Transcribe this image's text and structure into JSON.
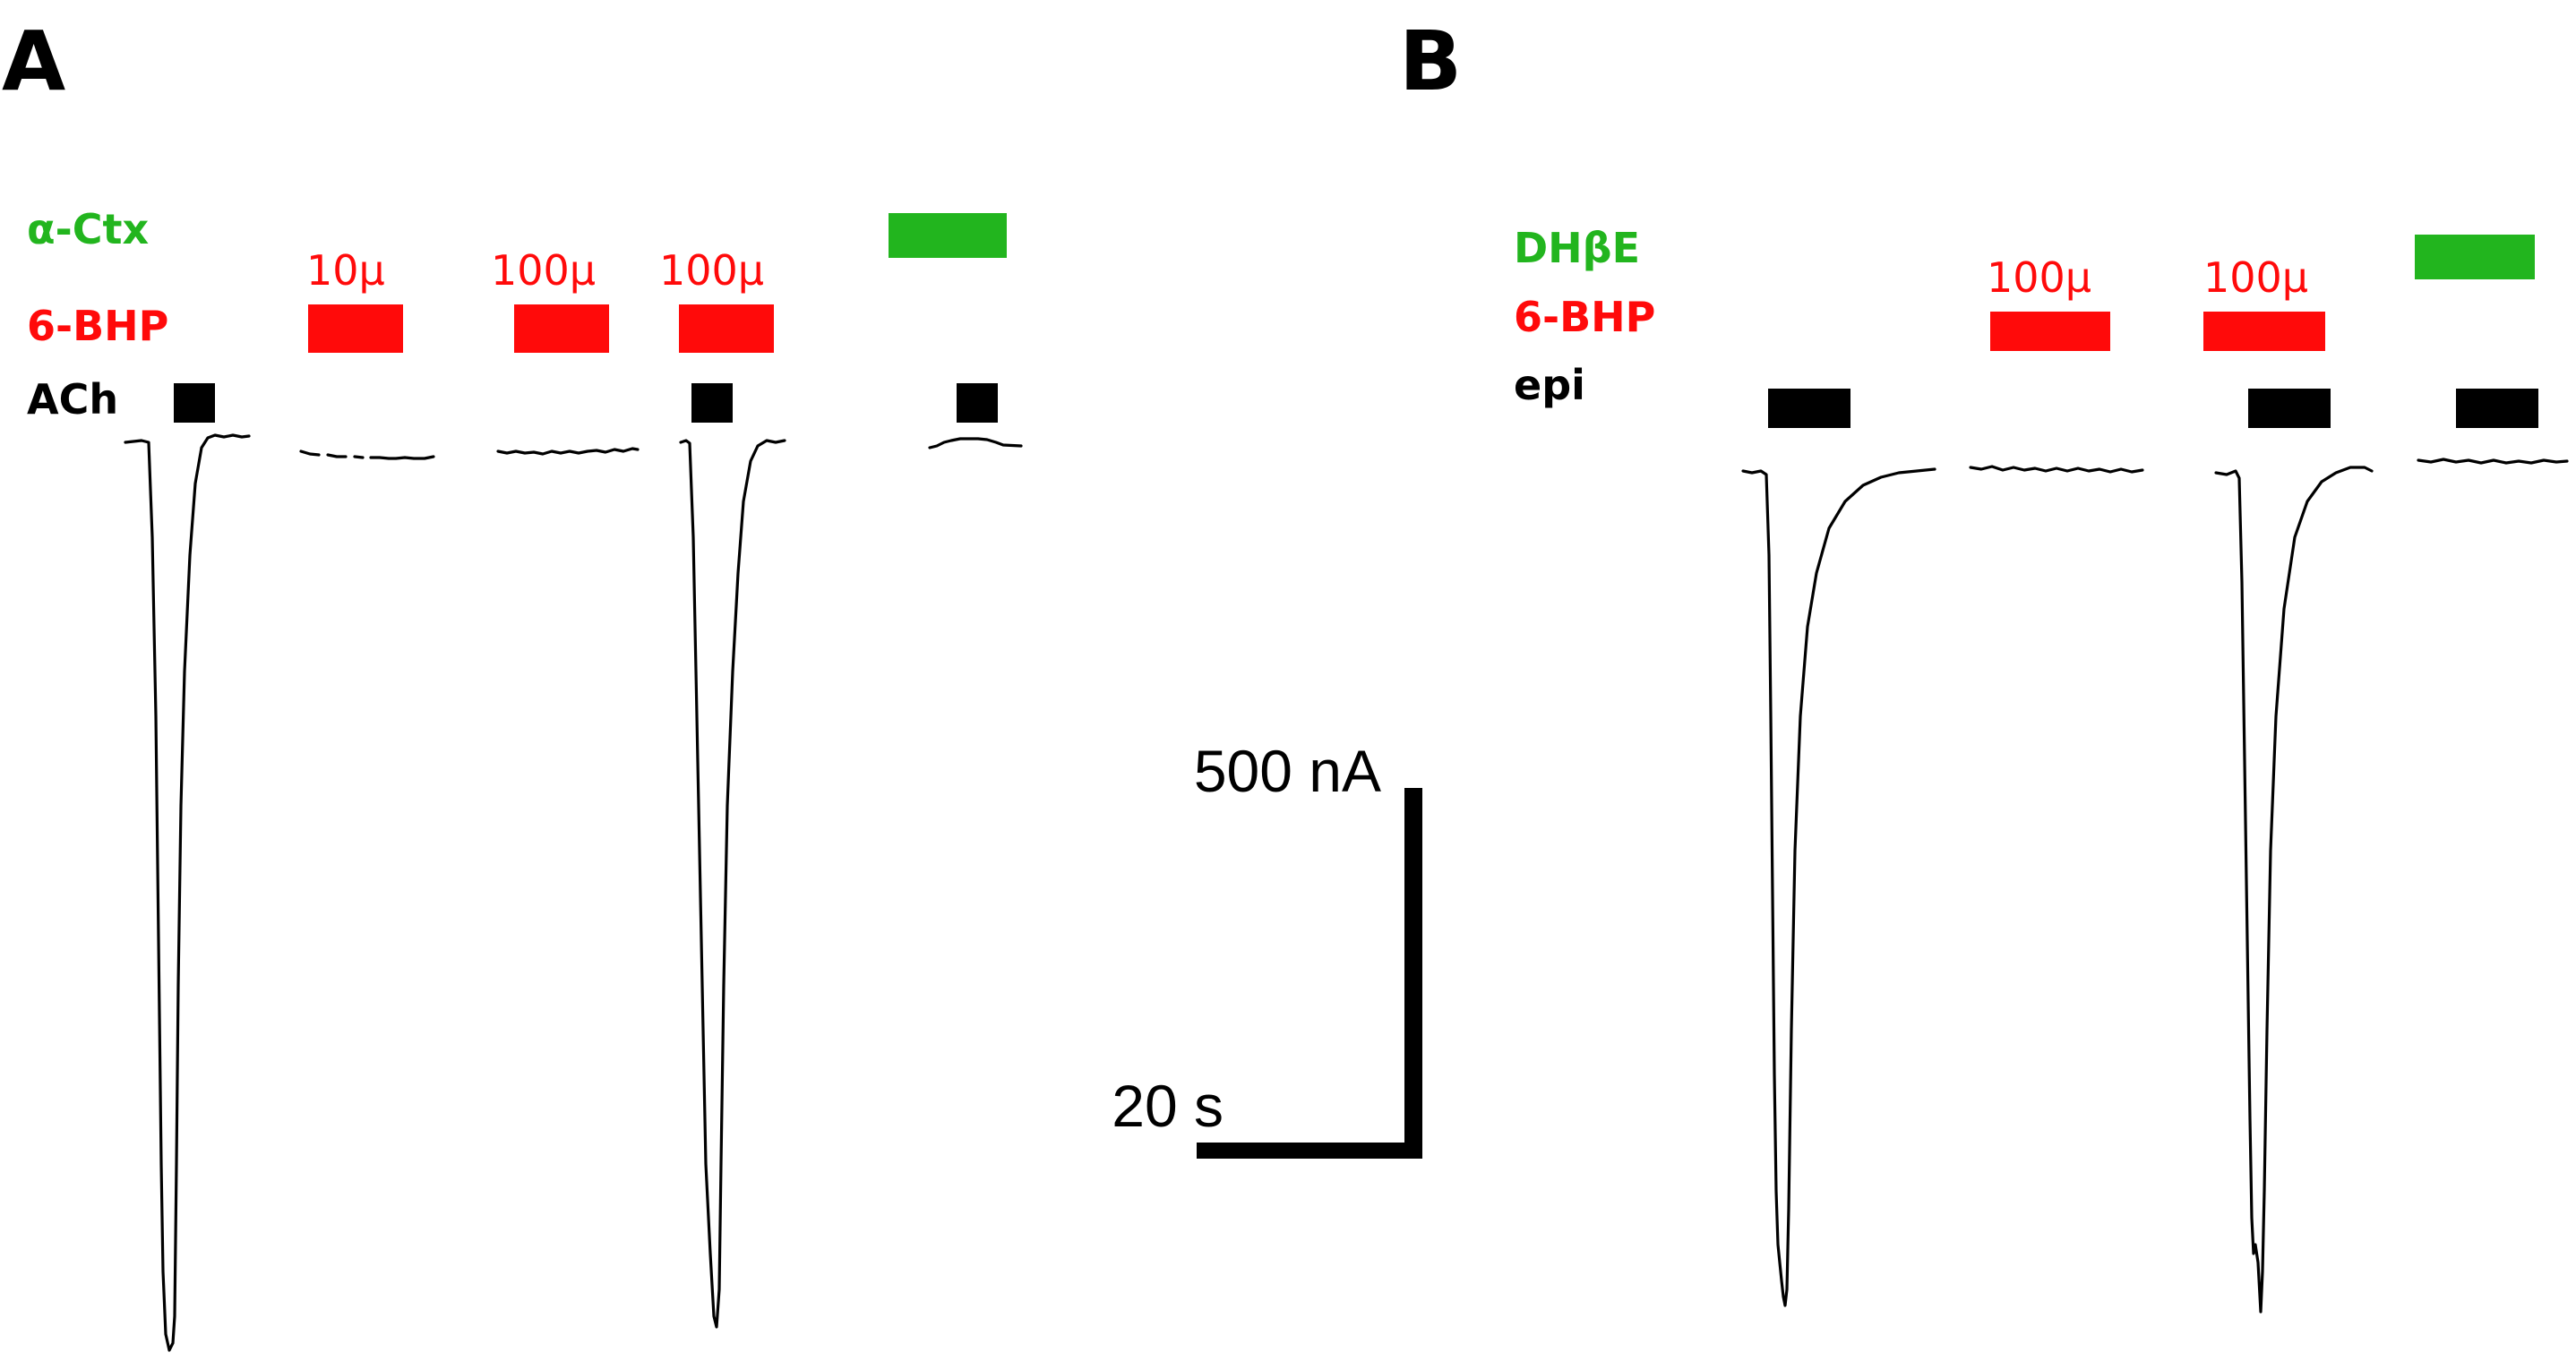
{
  "colors": {
    "toxin": "#22b51e",
    "drug": "#ff0a0a",
    "agonist": "#000000",
    "trace": "#000000"
  },
  "panels": [
    {
      "letter": "A",
      "labels": {
        "toxin": "α-Ctx",
        "drug": "6-BHP",
        "agonist": "ACh"
      },
      "concentrations": [
        "10μ",
        "100μ",
        "100μ"
      ]
    },
    {
      "letter": "B",
      "labels": {
        "toxin": "DHβE",
        "drug": "6-BHP",
        "agonist": "epi"
      },
      "concentrations": [
        "100μ",
        "100μ"
      ]
    }
  ],
  "scale_bar": {
    "current": "500 nA",
    "time": "20 s"
  }
}
